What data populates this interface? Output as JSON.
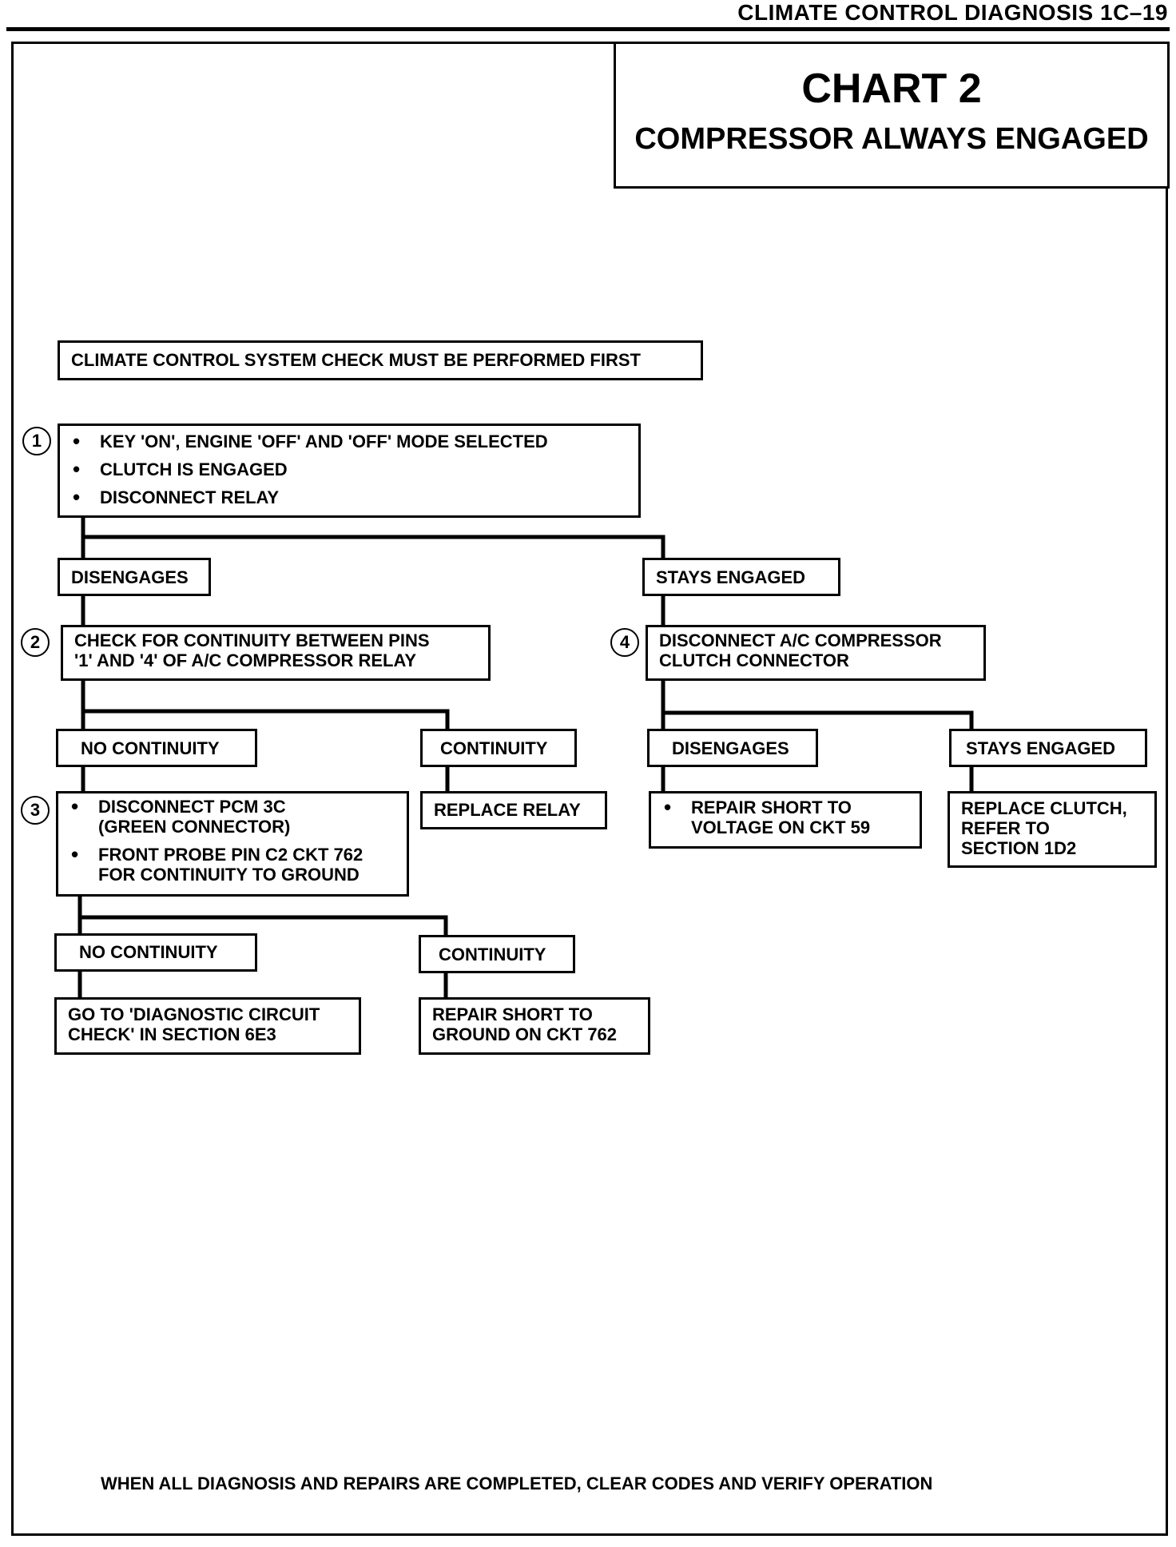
{
  "header": {
    "text": "CLIMATE CONTROL DIAGNOSIS  1C–19"
  },
  "title": {
    "chart": "CHART 2",
    "subtitle": "COMPRESSOR ALWAYS ENGAGED"
  },
  "prereq": "CLIMATE CONTROL SYSTEM CHECK MUST BE PERFORMED FIRST",
  "steps": {
    "s1": {
      "num": "1",
      "bullets": [
        "KEY 'ON', ENGINE 'OFF' AND 'OFF' MODE SELECTED",
        "CLUTCH IS ENGAGED",
        "DISCONNECT RELAY"
      ]
    },
    "s2": {
      "num": "2",
      "lines": [
        "CHECK FOR CONTINUITY BETWEEN PINS",
        "'1' AND '4' OF A/C COMPRESSOR RELAY"
      ]
    },
    "s3": {
      "num": "3",
      "bullets": [
        [
          "DISCONNECT PCM 3C",
          "(GREEN CONNECTOR)"
        ],
        [
          "FRONT PROBE PIN C2 CKT 762",
          "FOR CONTINUITY TO GROUND"
        ]
      ]
    },
    "s4": {
      "num": "4",
      "lines": [
        "DISCONNECT A/C COMPRESSOR",
        "CLUTCH CONNECTOR"
      ]
    }
  },
  "outcomes": {
    "disengages_1": "DISENGAGES",
    "stays_engaged_1": "STAYS ENGAGED",
    "no_continuity_2": "NO CONTINUITY",
    "continuity_2": "CONTINUITY",
    "disengages_4": "DISENGAGES",
    "stays_engaged_4": "STAYS ENGAGED",
    "no_continuity_3": "NO CONTINUITY",
    "continuity_3": "CONTINUITY"
  },
  "actions": {
    "replace_relay": "REPLACE RELAY",
    "repair_voltage": [
      "REPAIR SHORT TO",
      "VOLTAGE ON CKT 59"
    ],
    "replace_clutch": [
      "REPLACE CLUTCH,",
      "REFER TO",
      "SECTION 1D2"
    ],
    "diag_circuit": [
      "GO TO 'DIAGNOSTIC CIRCUIT",
      "CHECK' IN SECTION 6E3"
    ],
    "repair_ground": [
      "REPAIR SHORT TO",
      "GROUND ON CKT 762"
    ]
  },
  "footer": "WHEN ALL DIAGNOSIS AND REPAIRS ARE COMPLETED, CLEAR CODES AND VERIFY OPERATION"
}
